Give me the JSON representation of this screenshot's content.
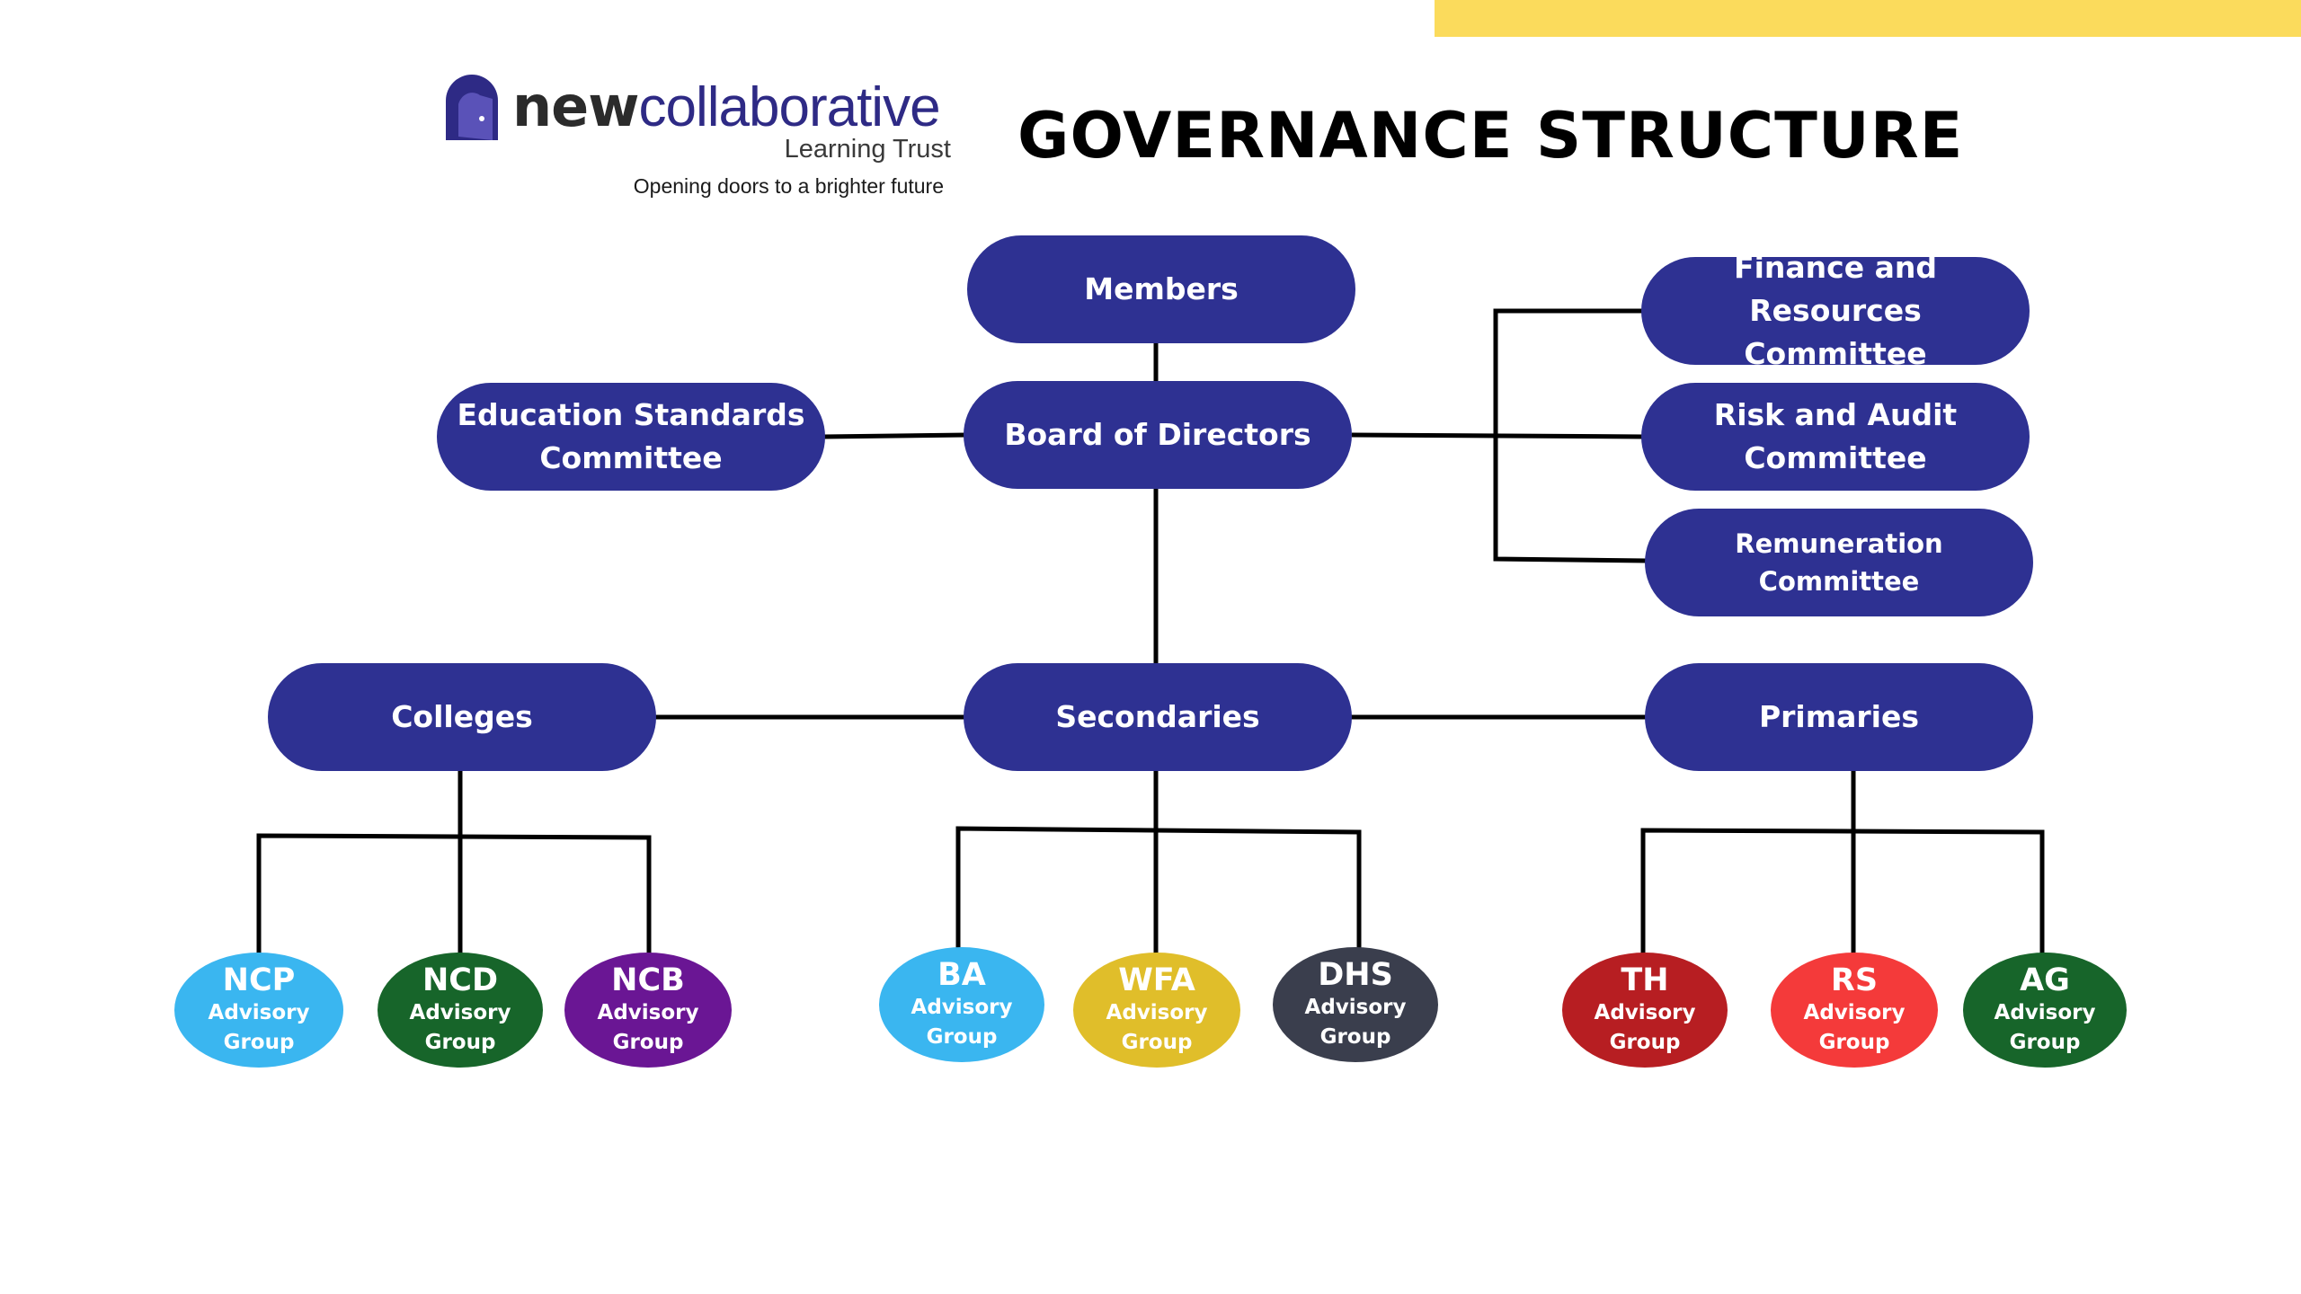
{
  "header": {
    "title": "GOVERNANCE STRUCTURE",
    "accent_bar_color": "#fbdb5c"
  },
  "logo": {
    "word_bold": "new",
    "word_light": "collaborative",
    "subtitle": "Learning Trust",
    "tagline": "Opening doors to a brighter future",
    "icon": "door-icon",
    "colors": {
      "brand": "#2e2a85",
      "text": "#2b2b2b"
    }
  },
  "diagram": {
    "node_color": "#2e3192",
    "nodes": {
      "members": "Members",
      "board": "Board of Directors",
      "education": [
        "Education Standards",
        "Committee"
      ],
      "finance": [
        "Finance and",
        "Resources Committee"
      ],
      "risk": [
        "Risk and Audit",
        "Committee"
      ],
      "remuneration": "Remuneration Committee",
      "colleges": "Colleges",
      "secondaries": "Secondaries",
      "primaries": "Primaries"
    },
    "groups": [
      {
        "code": "NCP",
        "line1": "Advisory",
        "line2": "Group",
        "color": "#3ab6f0",
        "parent": "Colleges"
      },
      {
        "code": "NCD",
        "line1": "Advisory",
        "line2": "Group",
        "color": "#17652a",
        "parent": "Colleges"
      },
      {
        "code": "NCB",
        "line1": "Advisory",
        "line2": "Group",
        "color": "#6a1694",
        "parent": "Colleges"
      },
      {
        "code": "BA",
        "line1": "Advisory",
        "line2": "Group",
        "color": "#3ab6f0",
        "parent": "Secondaries"
      },
      {
        "code": "WFA",
        "line1": "Advisory",
        "line2": "Group",
        "color": "#e0be2a",
        "parent": "Secondaries"
      },
      {
        "code": "DHS",
        "line1": "Advisory",
        "line2": "Group",
        "color": "#3a3e4d",
        "parent": "Secondaries"
      },
      {
        "code": "TH",
        "line1": "Advisory",
        "line2": "Group",
        "color": "#b71e22",
        "parent": "Primaries"
      },
      {
        "code": "RS",
        "line1": "Advisory",
        "line2": "Group",
        "color": "#f43a3a",
        "parent": "Primaries"
      },
      {
        "code": "AG",
        "line1": "Advisory",
        "line2": "Group",
        "color": "#17652a",
        "parent": "Primaries"
      }
    ]
  }
}
